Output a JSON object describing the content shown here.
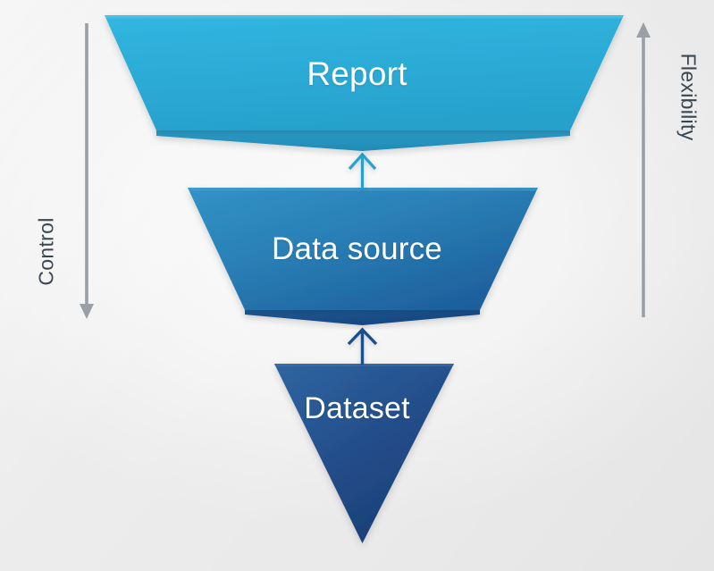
{
  "diagram": {
    "title": "Report / Data source / Dataset funnel",
    "background_color": "#f2f2f2",
    "layers": [
      {
        "id": "report",
        "label": "Report",
        "shape": "trapezoid",
        "fill_top": "#2EB3DE",
        "fill_bottom": "#2AA5D1",
        "fold_color": "#2492BC",
        "text_color": "#ffffff"
      },
      {
        "id": "data-source",
        "label": "Data source",
        "shape": "trapezoid",
        "fill_top": "#2E8DC2",
        "fill_bottom": "#1F5F9E",
        "fold_color": "#1B5189",
        "text_color": "#ffffff"
      },
      {
        "id": "dataset",
        "label": "Dataset",
        "shape": "triangle",
        "fill_top": "#2B5E9E",
        "fill_bottom": "#1A3C72",
        "fold_color": "#16356A",
        "text_color": "#ffffff"
      }
    ],
    "connectors": [
      {
        "id": "arrow-dataset-to-datasource",
        "from": "dataset",
        "to": "data-source",
        "direction": "up",
        "color": "#1F4E8C"
      },
      {
        "id": "arrow-datasource-to-report",
        "from": "data-source",
        "to": "report",
        "direction": "up",
        "color": "#2AA0CE"
      }
    ],
    "axes": [
      {
        "id": "control",
        "label": "Control",
        "direction": "down",
        "side": "left",
        "color": "#9aa0a6",
        "text_color": "#3c4650"
      },
      {
        "id": "flexibility",
        "label": "Flexibility",
        "direction": "up",
        "side": "right",
        "color": "#9aa0a6",
        "text_color": "#3c4650"
      }
    ]
  }
}
